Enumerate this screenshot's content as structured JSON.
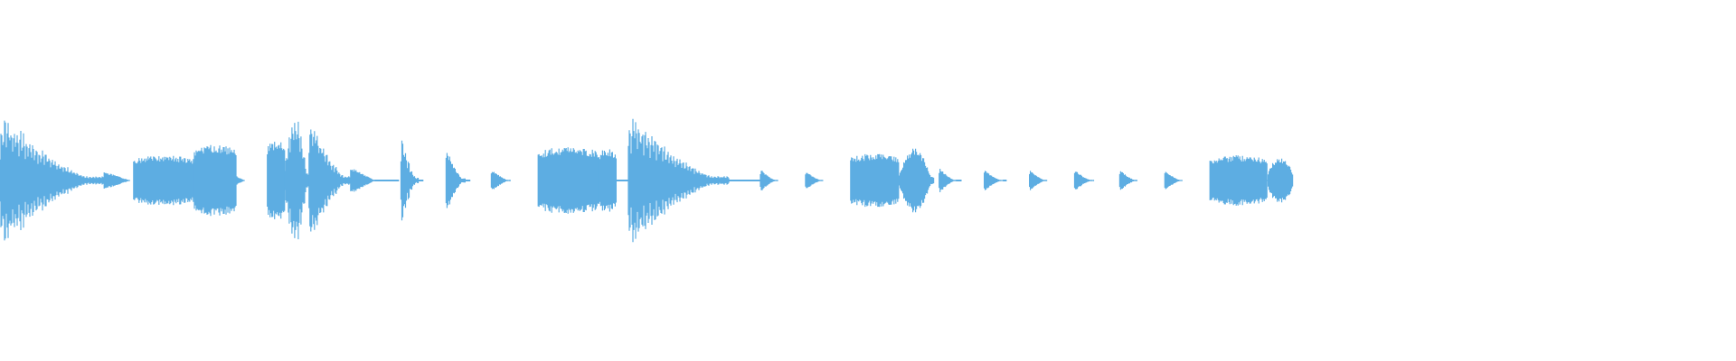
{
  "waveform": {
    "color": "#5dade2",
    "background": "#ffffff",
    "duration_fraction_filled": 0.745,
    "segments": [
      {
        "start": 0.0,
        "end": 0.06,
        "shape": "decay",
        "amp": 0.8,
        "ripple": true
      },
      {
        "start": 0.06,
        "end": 0.075,
        "shape": "tail",
        "amp": 0.1,
        "ripple": false
      },
      {
        "start": 0.077,
        "end": 0.112,
        "shape": "plateau",
        "amp": 0.28,
        "ripple": false
      },
      {
        "start": 0.112,
        "end": 0.136,
        "shape": "plateau",
        "amp": 0.4,
        "ripple": false
      },
      {
        "start": 0.136,
        "end": 0.141,
        "shape": "tail",
        "amp": 0.05,
        "ripple": false
      },
      {
        "start": 0.154,
        "end": 0.164,
        "shape": "plateau",
        "amp": 0.45,
        "ripple": false
      },
      {
        "start": 0.164,
        "end": 0.178,
        "shape": "peak",
        "amp": 0.73,
        "ripple": true
      },
      {
        "start": 0.178,
        "end": 0.202,
        "shape": "decay",
        "amp": 0.81,
        "ripple": true
      },
      {
        "start": 0.202,
        "end": 0.216,
        "shape": "tail",
        "amp": 0.15,
        "ripple": false
      },
      {
        "start": 0.216,
        "end": 0.23,
        "shape": "line",
        "amp": 0.01,
        "ripple": false
      },
      {
        "start": 0.231,
        "end": 0.241,
        "shape": "decay",
        "amp": 0.58,
        "ripple": true
      },
      {
        "start": 0.241,
        "end": 0.244,
        "shape": "line",
        "amp": 0.01,
        "ripple": false
      },
      {
        "start": 0.257,
        "end": 0.268,
        "shape": "decay",
        "amp": 0.38,
        "ripple": false
      },
      {
        "start": 0.268,
        "end": 0.271,
        "shape": "line",
        "amp": 0.01,
        "ripple": false
      },
      {
        "start": 0.283,
        "end": 0.294,
        "shape": "decay",
        "amp": 0.13,
        "ripple": false
      },
      {
        "start": 0.31,
        "end": 0.345,
        "shape": "plateau",
        "amp": 0.38,
        "ripple": false
      },
      {
        "start": 0.345,
        "end": 0.355,
        "shape": "plateau",
        "amp": 0.36,
        "ripple": false
      },
      {
        "start": 0.355,
        "end": 0.362,
        "shape": "line",
        "amp": 0.01,
        "ripple": false
      },
      {
        "start": 0.362,
        "end": 0.42,
        "shape": "decay",
        "amp": 0.82,
        "ripple": true
      },
      {
        "start": 0.42,
        "end": 0.44,
        "shape": "line",
        "amp": 0.01,
        "ripple": false
      },
      {
        "start": 0.438,
        "end": 0.448,
        "shape": "decay",
        "amp": 0.13,
        "ripple": false
      },
      {
        "start": 0.464,
        "end": 0.474,
        "shape": "decay",
        "amp": 0.12,
        "ripple": false
      },
      {
        "start": 0.49,
        "end": 0.518,
        "shape": "plateau",
        "amp": 0.3,
        "ripple": false
      },
      {
        "start": 0.518,
        "end": 0.538,
        "shape": "peak",
        "amp": 0.36,
        "ripple": false
      },
      {
        "start": 0.541,
        "end": 0.551,
        "shape": "decay",
        "amp": 0.15,
        "ripple": false
      },
      {
        "start": 0.551,
        "end": 0.554,
        "shape": "line",
        "amp": 0.01,
        "ripple": false
      },
      {
        "start": 0.567,
        "end": 0.578,
        "shape": "decay",
        "amp": 0.13,
        "ripple": false
      },
      {
        "start": 0.578,
        "end": 0.58,
        "shape": "line",
        "amp": 0.01,
        "ripple": false
      },
      {
        "start": 0.593,
        "end": 0.603,
        "shape": "decay",
        "amp": 0.13,
        "ripple": false
      },
      {
        "start": 0.619,
        "end": 0.63,
        "shape": "decay",
        "amp": 0.12,
        "ripple": false
      },
      {
        "start": 0.645,
        "end": 0.655,
        "shape": "decay",
        "amp": 0.13,
        "ripple": false
      },
      {
        "start": 0.671,
        "end": 0.681,
        "shape": "decay",
        "amp": 0.12,
        "ripple": false
      },
      {
        "start": 0.697,
        "end": 0.73,
        "shape": "plateau",
        "amp": 0.28,
        "ripple": false
      },
      {
        "start": 0.73,
        "end": 0.745,
        "shape": "bump",
        "amp": 0.25,
        "ripple": false
      }
    ]
  }
}
